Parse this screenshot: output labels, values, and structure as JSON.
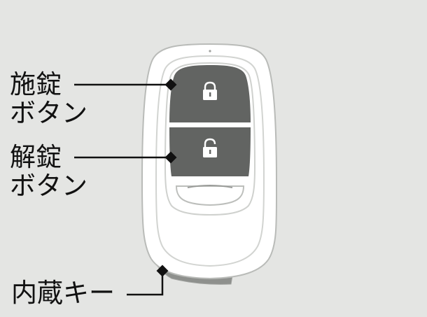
{
  "labels": {
    "lock_button_line1": "施錠",
    "lock_button_line2": "ボタン",
    "unlock_button_line1": "解錠",
    "unlock_button_line2": "ボタン",
    "built_in_key": "内蔵キー"
  },
  "icons": {
    "lock_button": "lock-closed-icon",
    "unlock_button": "lock-open-icon"
  },
  "colors": {
    "background": "#e4e5e3",
    "fob_body": "#ffffff",
    "fob_outline": "#b9bbb8",
    "button_face": "#626462",
    "key_blade": "#8e908d",
    "leader_line": "#111111"
  }
}
